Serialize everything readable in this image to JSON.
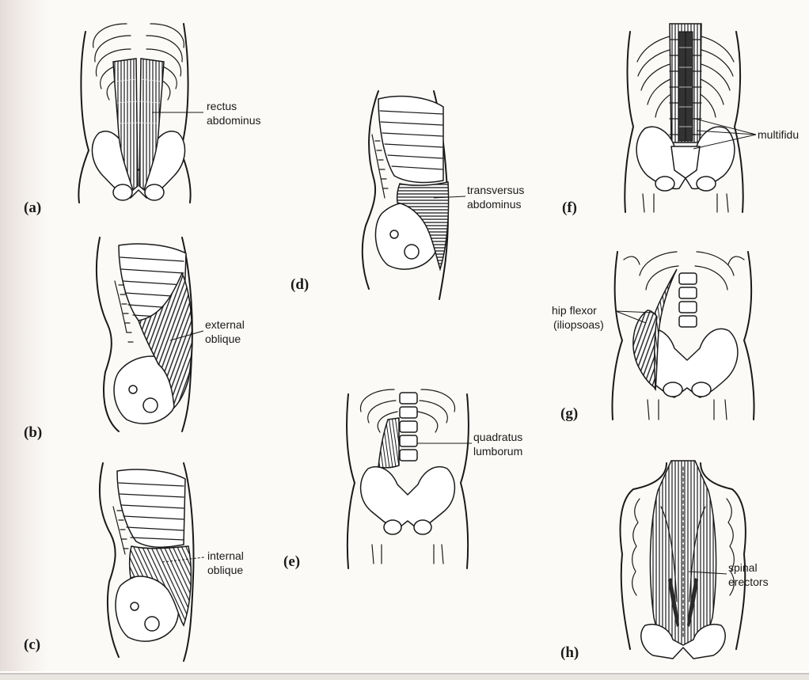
{
  "panels": [
    {
      "id": "a",
      "label": "(a)",
      "muscle": [
        "rectus",
        "abdominus"
      ]
    },
    {
      "id": "b",
      "label": "(b)",
      "muscle": [
        "external",
        "oblique"
      ]
    },
    {
      "id": "c",
      "label": "(c)",
      "muscle": [
        "internal",
        "oblique"
      ]
    },
    {
      "id": "d",
      "label": "(d)",
      "muscle": [
        "transversus",
        "abdominus"
      ]
    },
    {
      "id": "e",
      "label": "(e)",
      "muscle": [
        "quadratus",
        "lumborum"
      ]
    },
    {
      "id": "f",
      "label": "(f)",
      "muscle": [
        "multifidu"
      ]
    },
    {
      "id": "g",
      "label": "(g)",
      "muscle": [
        "hip flexor",
        "(iliopsoas)"
      ]
    },
    {
      "id": "h",
      "label": "(h)",
      "muscle": [
        "spinal",
        "erectors"
      ]
    }
  ]
}
